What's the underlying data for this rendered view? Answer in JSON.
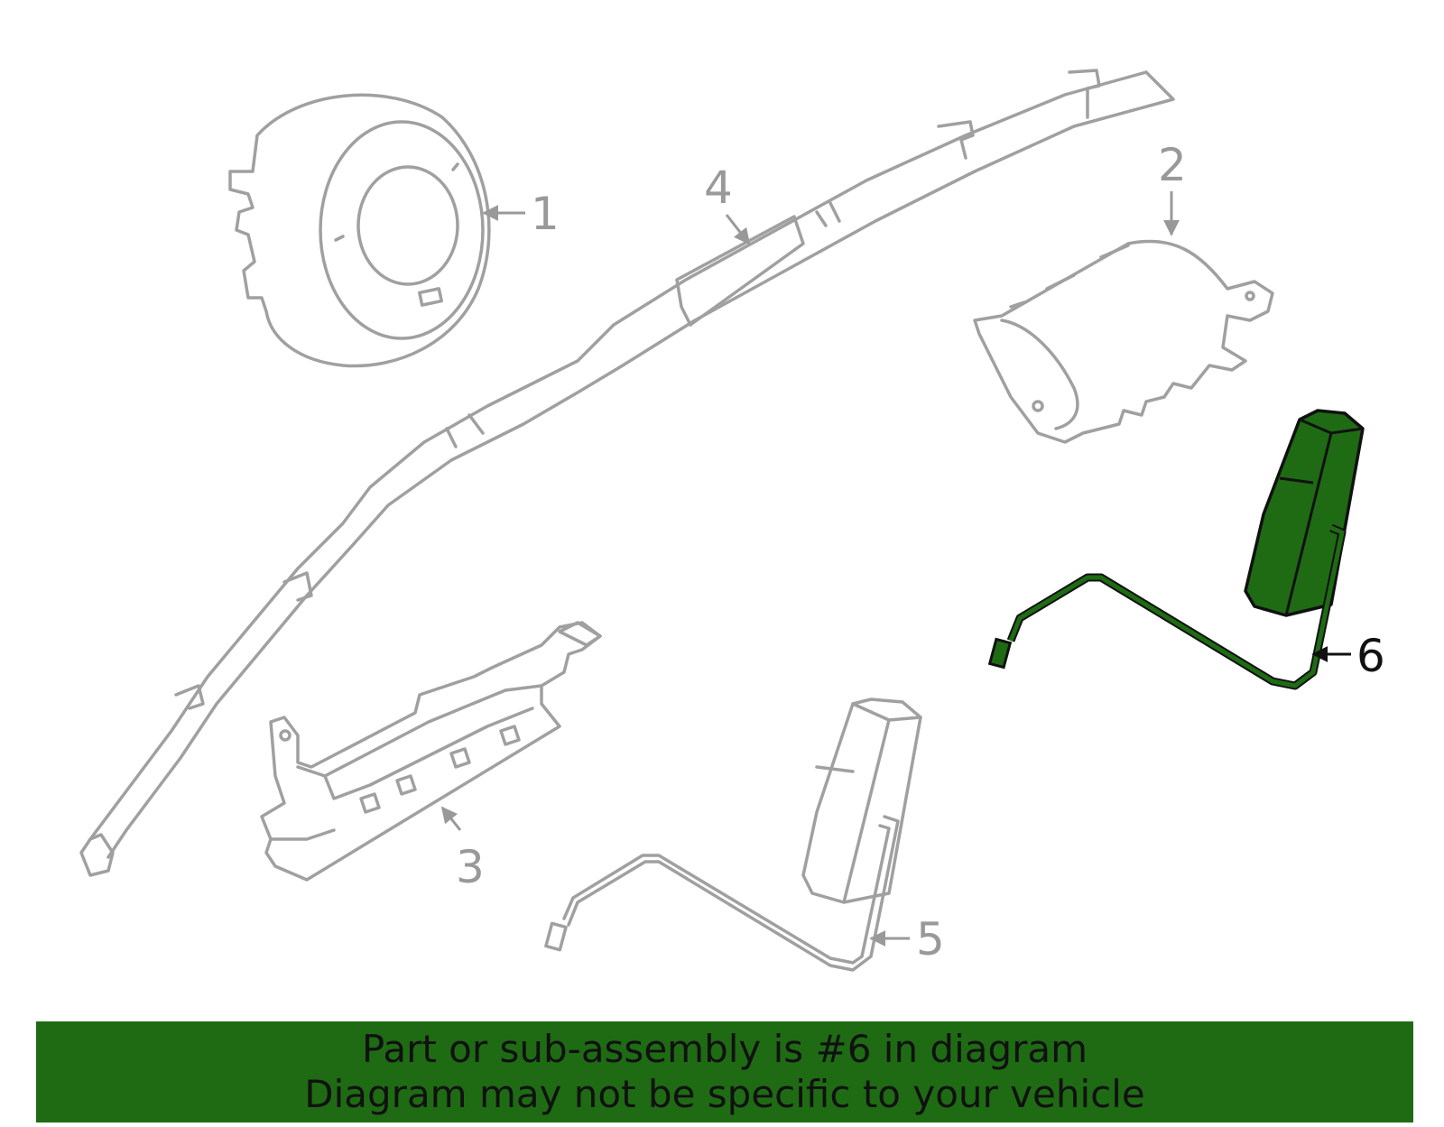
{
  "callouts": {
    "c1": "1",
    "c2": "2",
    "c3": "3",
    "c4": "4",
    "c5": "5",
    "c6": "6"
  },
  "highlight_color": "#1e6b14",
  "part_color": "#a0a0a0",
  "banner": {
    "line1": "Part or sub-assembly is #6 in diagram",
    "line2": "Diagram may not be specific to your vehicle"
  }
}
